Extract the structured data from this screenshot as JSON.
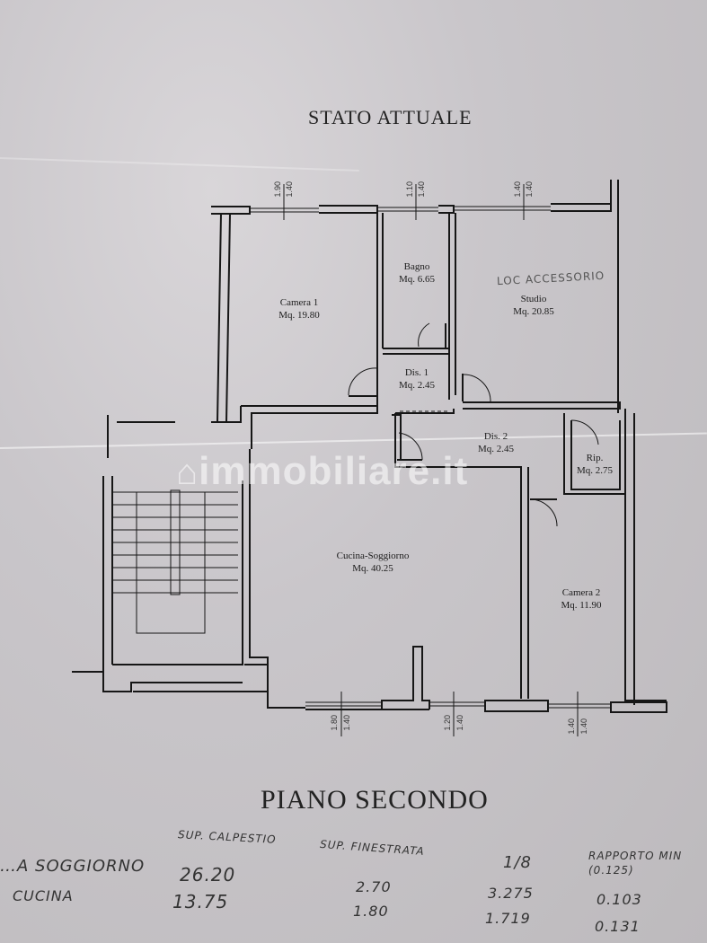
{
  "header": {
    "title": "STATO ATTUALE"
  },
  "footer": {
    "floor_title": "PIANO SECONDO"
  },
  "watermark": {
    "text": "immobiliare.it",
    "icon": "house-icon"
  },
  "rooms": [
    {
      "name": "Camera 1",
      "area": "Mq. 19.80"
    },
    {
      "name": "Bagno",
      "area": "Mq. 6.65"
    },
    {
      "name": "Studio",
      "area": "Mq. 20.85",
      "handwritten_note": "LOC ACCESSORIO"
    },
    {
      "name": "Dis. 1",
      "area": "Mq. 2.45"
    },
    {
      "name": "Dis. 2",
      "area": "Mq. 2.45"
    },
    {
      "name": "Rip.",
      "area": "Mq. 2.75"
    },
    {
      "name": "Cucina-Soggiorno",
      "area": "Mq. 40.25"
    },
    {
      "name": "Camera 2",
      "area": "Mq. 11.90"
    }
  ],
  "window_dimensions": {
    "top": [
      {
        "a": "1.90",
        "b": "1.40"
      },
      {
        "a": "1.10",
        "b": "1.40"
      },
      {
        "a": "1.40",
        "b": "1.40"
      }
    ],
    "bottom": [
      {
        "a": "1.80",
        "b": "1.40"
      },
      {
        "a": "1.20",
        "b": "1.40"
      },
      {
        "a": "1.40",
        "b": "1.40"
      }
    ]
  },
  "handwritten_table": {
    "headers": [
      "SUP. CALPESTIO",
      "SUP. FINESTRATA",
      "1/8",
      "RAPPORTO MIN (0.125)"
    ],
    "rows": [
      {
        "label": "…A SOGGIORNO",
        "calpestio": "26.20",
        "finestrata": "2.70",
        "one_eighth": "3.275",
        "rapporto": "0.103"
      },
      {
        "label": "CUCINA",
        "calpestio": "13.75",
        "finestrata": "1.80",
        "one_eighth": "1.719",
        "rapporto": "0.131"
      }
    ]
  }
}
